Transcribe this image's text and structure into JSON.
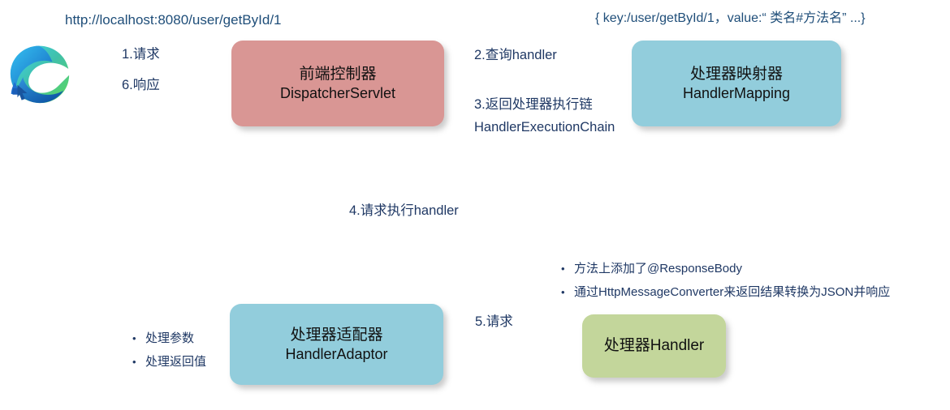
{
  "diagram": {
    "title_url": "http://localhost:8080/user/getById/1",
    "mapping_note": "{ key:/user/getById/1，value:“ 类名#方法名” ...}",
    "browser_icon": "edge-browser-icon"
  },
  "nodes": {
    "dispatcher": {
      "cn": "前端控制器",
      "en": "DispatcherServlet",
      "color": "#D99694"
    },
    "handler_mapping": {
      "cn": "处理器映射器",
      "en": "HandlerMapping",
      "color": "#92CDDC"
    },
    "handler_adaptor": {
      "cn": "处理器适配器",
      "en": "HandlerAdaptor",
      "color": "#92CDDC"
    },
    "handler": {
      "label": "处理器Handler",
      "color": "#C3D69B"
    }
  },
  "arrows": {
    "request": "1.请求",
    "response": "6.响应",
    "query_handler": "2.查询handler",
    "return_chain_line1": "3.返回处理器执行链",
    "return_chain_line2": "HandlerExecutionChain",
    "execute_handler": "4.请求执行handler",
    "invoke": "5.请求"
  },
  "notes": {
    "adaptor_bullets": [
      "处理参数",
      "处理返回值"
    ],
    "handler_bullets": [
      "方法上添加了@ResponseBody",
      "通过HttpMessageConverter来返回结果转换为JSON并响应"
    ],
    "bullet_glyph": "•"
  }
}
